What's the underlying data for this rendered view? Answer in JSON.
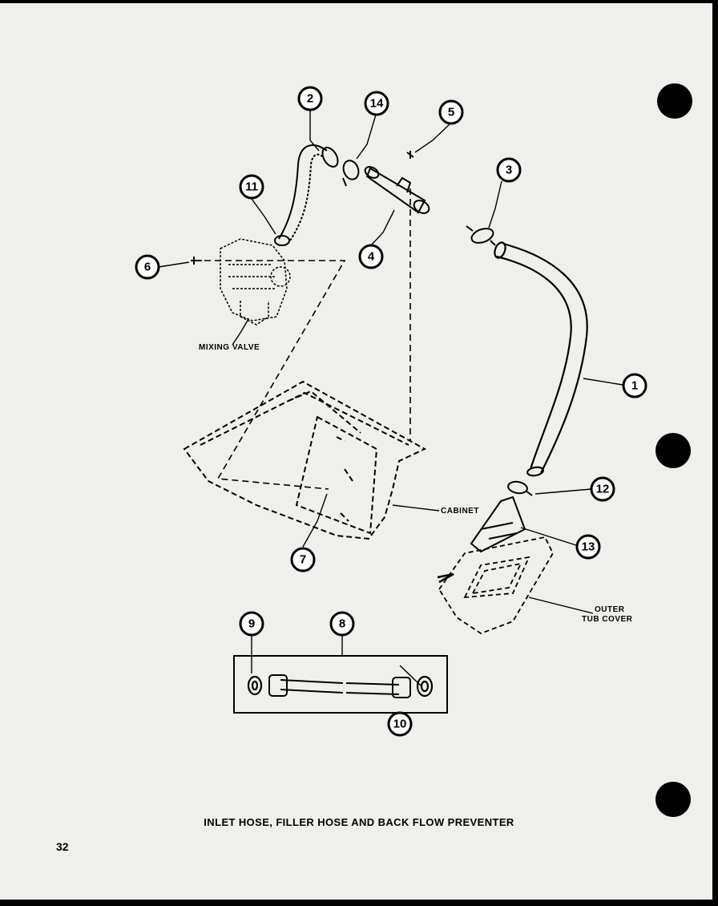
{
  "title": "INLET HOSE, FILLER HOSE AND BACK FLOW PREVENTER",
  "page_number": "32",
  "part_labels": {
    "mixing_valve": "MIXING VALVE",
    "cabinet": "CABINET",
    "outer_tub_cover_line1": "OUTER",
    "outer_tub_cover_line2": "TUB COVER"
  },
  "callouts": [
    "1",
    "2",
    "3",
    "4",
    "5",
    "6",
    "7",
    "8",
    "9",
    "10",
    "11",
    "12",
    "13",
    "14"
  ]
}
